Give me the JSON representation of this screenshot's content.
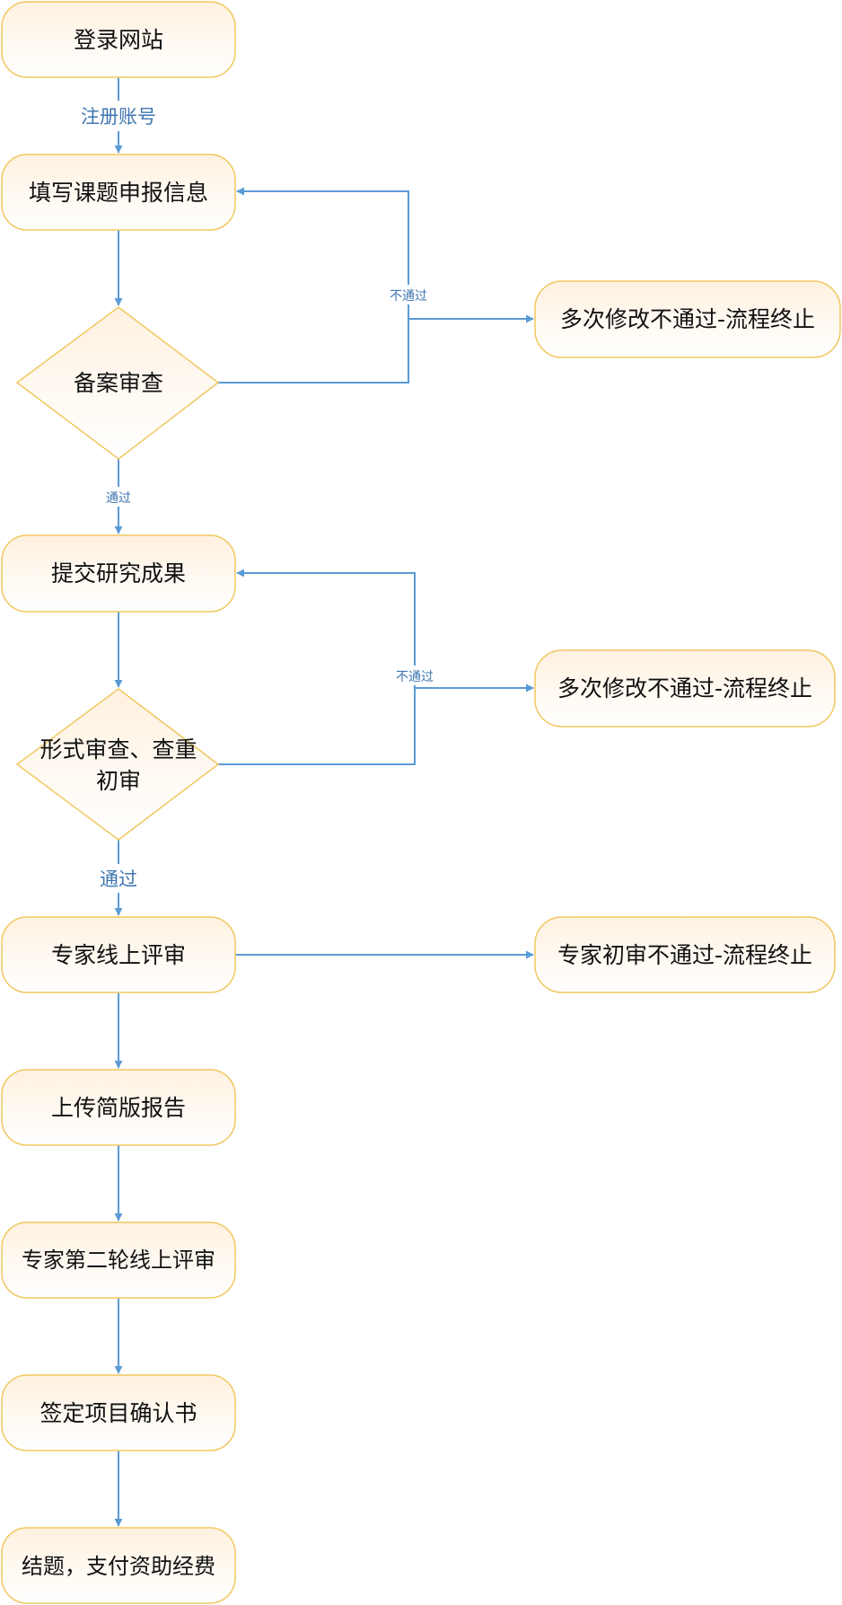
{
  "colors": {
    "node_border": "#f0c860",
    "node_fill_top": "#fff4e6",
    "node_fill_bottom": "#ffffff",
    "edge": "#5b9bd5",
    "edge_label": "#3f76b0",
    "text": "#111111"
  },
  "nodes": {
    "login": "登录网站",
    "fill_info": "填写课题申报信息",
    "record_review": "备案审查",
    "terminate_1": "多次修改不通过-流程终止",
    "submit_results": "提交研究成果",
    "formal_review_line1": "形式审查、查重",
    "formal_review_line2": "初审",
    "terminate_2": "多次修改不通过-流程终止",
    "expert_review": "专家线上评审",
    "terminate_3": "专家初审不通过-流程终止",
    "upload_report": "上传简版报告",
    "expert_review_2": "专家第二轮线上评审",
    "sign_confirmation": "签定项目确认书",
    "conclusion": "结题，支付资助经费"
  },
  "edge_labels": {
    "register": "注册账号",
    "fail_1": "不通过",
    "pass_1": "通过",
    "fail_2": "不通过",
    "pass_2": "通过"
  }
}
